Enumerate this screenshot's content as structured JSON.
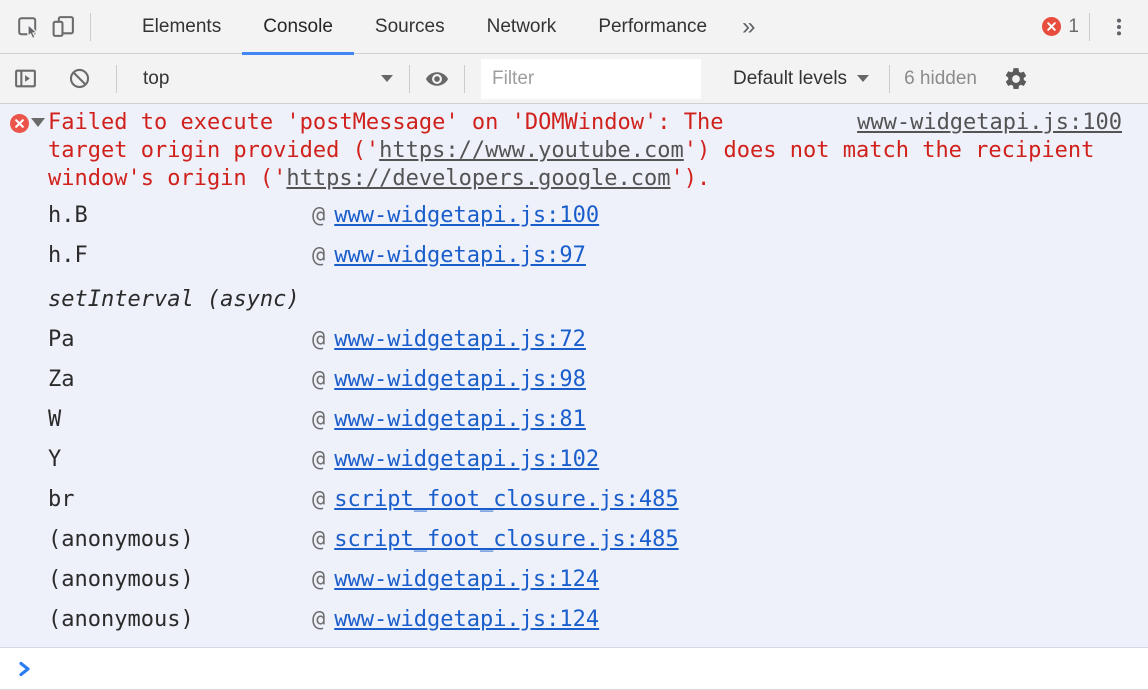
{
  "colors": {
    "accent_blue": "#4285f4",
    "error_text_red": "#d0211c",
    "badge_red": "#e74c3c",
    "error_icon_red": "#ea544a",
    "stack_link_blue": "#1a5ecc",
    "console_bg": "#eef1fa",
    "toolbar_bg": "#f3f3f3"
  },
  "icons": {
    "inspect": "inspect-cursor-icon",
    "device": "device-toolbar-icon",
    "overflow": "chevron-double-icon",
    "menu": "kebab-menu-icon",
    "sidebar": "console-sidebar-icon",
    "clear": "clear-console-icon",
    "eye": "eye-icon",
    "settings": "gear-icon",
    "prompt": "chevron-right-icon"
  },
  "tabbar": {
    "tabs": [
      {
        "label": "Elements"
      },
      {
        "label": "Console"
      },
      {
        "label": "Sources"
      },
      {
        "label": "Network"
      },
      {
        "label": "Performance"
      }
    ],
    "overflow_chevron": "»",
    "error_count": "1"
  },
  "toolbar": {
    "context_selected": "top",
    "filter_placeholder": "Filter",
    "levels_selected": "Default levels",
    "hidden_count_label": "6 hidden"
  },
  "console": {
    "at": "@",
    "error": {
      "line1": "Failed to execute 'postMessage' on 'DOMWindow': The",
      "origin_link": "www-widgetapi.js:100",
      "line2_prefix": "target origin provided ('",
      "line2_link": "https://www.youtube.com",
      "line2_suffix": "') does not match the recipient",
      "line3_prefix": "window's origin ('",
      "line3_link": "https://developers.google.com",
      "line3_suffix": "')."
    },
    "stack": [
      {
        "fn": "h.B",
        "loc": "www-widgetapi.js:100"
      },
      {
        "fn": "h.F",
        "loc": "www-widgetapi.js:97"
      },
      {
        "async_label": "setInterval (async)"
      },
      {
        "fn": "Pa",
        "loc": "www-widgetapi.js:72"
      },
      {
        "fn": "Za",
        "loc": "www-widgetapi.js:98"
      },
      {
        "fn": "W",
        "loc": "www-widgetapi.js:81"
      },
      {
        "fn": "Y",
        "loc": "www-widgetapi.js:102"
      },
      {
        "fn": "br",
        "loc": "script_foot_closure.js:485"
      },
      {
        "fn": "(anonymous)",
        "loc": "script_foot_closure.js:485"
      },
      {
        "fn": "(anonymous)",
        "loc": "www-widgetapi.js:124"
      },
      {
        "fn": "(anonymous)",
        "loc": "www-widgetapi.js:124"
      }
    ]
  }
}
